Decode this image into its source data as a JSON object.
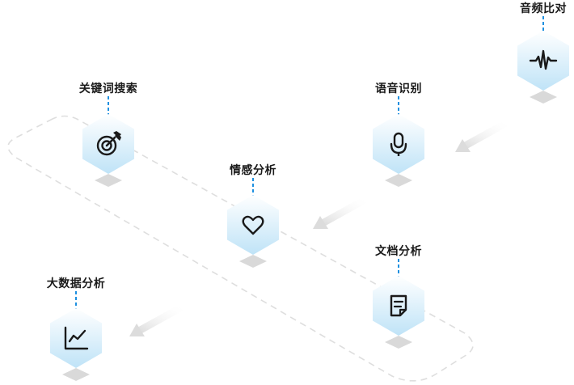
{
  "colors": {
    "accent": "#1e90e0",
    "hex_top": "#ffffff",
    "hex_bottom": "#bfe3f7",
    "shadow": "#d9d9d9",
    "track": "#dedede",
    "icon": "#1a1a1a"
  },
  "nodes": [
    {
      "id": "audio-compare",
      "label": "音频比对",
      "icon": "waveform-icon"
    },
    {
      "id": "keyword-search",
      "label": "关键词搜索",
      "icon": "target-icon"
    },
    {
      "id": "speech-recog",
      "label": "语音识别",
      "icon": "microphone-icon"
    },
    {
      "id": "sentiment",
      "label": "情感分析",
      "icon": "heart-icon"
    },
    {
      "id": "document",
      "label": "文档分析",
      "icon": "document-icon"
    },
    {
      "id": "big-data",
      "label": "大数据分析",
      "icon": "line-chart-icon"
    }
  ]
}
